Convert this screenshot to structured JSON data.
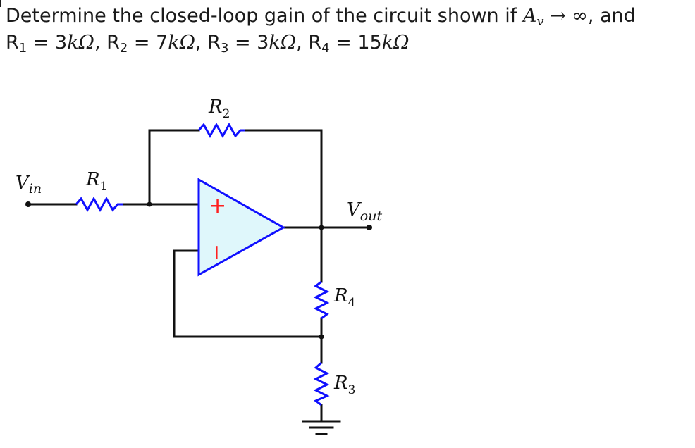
{
  "question": {
    "prefix": "Determine the closed-loop gain of the circuit shown if ",
    "gain_symbol": "A",
    "gain_sub": "v",
    "arrow": "→",
    "infinity": "∞",
    "suffix": ", and",
    "values": [
      {
        "name": "R",
        "sub": "1",
        "eq": " = 3",
        "unit": "kΩ",
        "sep": ", "
      },
      {
        "name": "R",
        "sub": "2",
        "eq": " = 7",
        "unit": "kΩ",
        "sep": ", "
      },
      {
        "name": "R",
        "sub": "3",
        "eq": " = 3",
        "unit": "kΩ",
        "sep": ", "
      },
      {
        "name": "R",
        "sub": "4",
        "eq": " = 15",
        "unit": "kΩ",
        "sep": ""
      }
    ]
  },
  "circuit": {
    "labels": {
      "vin": {
        "main": "V",
        "sub": "in"
      },
      "vout": {
        "main": "V",
        "sub": "out"
      },
      "r1": {
        "main": "R",
        "sub": "1"
      },
      "r2": {
        "main": "R",
        "sub": "2"
      },
      "r3": {
        "main": "R",
        "sub": "3"
      },
      "r4": {
        "main": "R",
        "sub": "4"
      }
    },
    "opamp": {
      "plus": "+",
      "minus": "−"
    },
    "colors": {
      "wire": "#111111",
      "resistor": "#1010ff",
      "opamp_fill": "#dff7fb",
      "opamp_stroke": "#1010ff",
      "sign": "#ff2020"
    }
  }
}
